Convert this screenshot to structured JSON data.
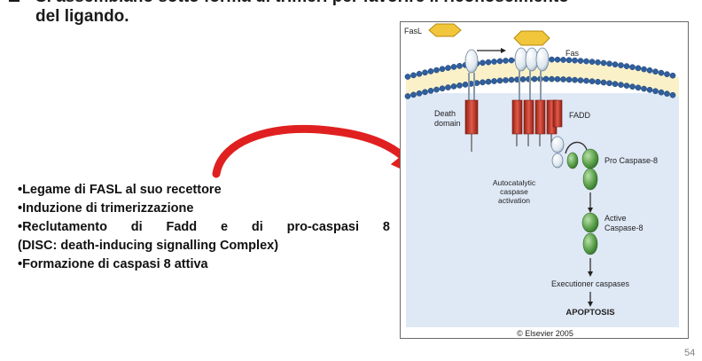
{
  "slide": {
    "title_line1": "Si assemblano sotto forma di trimeri per favorire il riconoscimento",
    "title_line2": "del ligando.",
    "page_number": "54"
  },
  "bullets": {
    "item1": "•Legame di FASL al suo recettore",
    "item2": "•Induzione di trimerizzazione",
    "item3_words": [
      "•Reclutamento",
      "di",
      "Fadd",
      "e",
      "di",
      "pro-caspasi",
      "8"
    ],
    "item3_cont": "(DISC: death-inducing signalling Complex)",
    "item4": "•Formazione di caspasi 8 attiva"
  },
  "figure": {
    "label_fasl": "FasL",
    "label_fas": "Fas",
    "label_fadd": "FADD",
    "label_death_1": "Death",
    "label_death_2": "domain",
    "label_procasp": "Pro Caspase-8",
    "label_auto_1": "Autocatalytic",
    "label_auto_2": "caspase",
    "label_auto_3": "activation",
    "label_active_1": "Active",
    "label_active_2": "Caspase-8",
    "label_exec": "Executioner caspases",
    "label_apoptosis": "APOPTOSIS",
    "copyright": "© Elsevier 2005",
    "colors": {
      "fasl": "#f2c63a",
      "membrane_head": "#2f5f9e",
      "cytoplasm": "#dfe8f5",
      "death_domain": "#c0392b",
      "caspase": "#5aa04a",
      "curved_arrow": "#e02020"
    }
  }
}
